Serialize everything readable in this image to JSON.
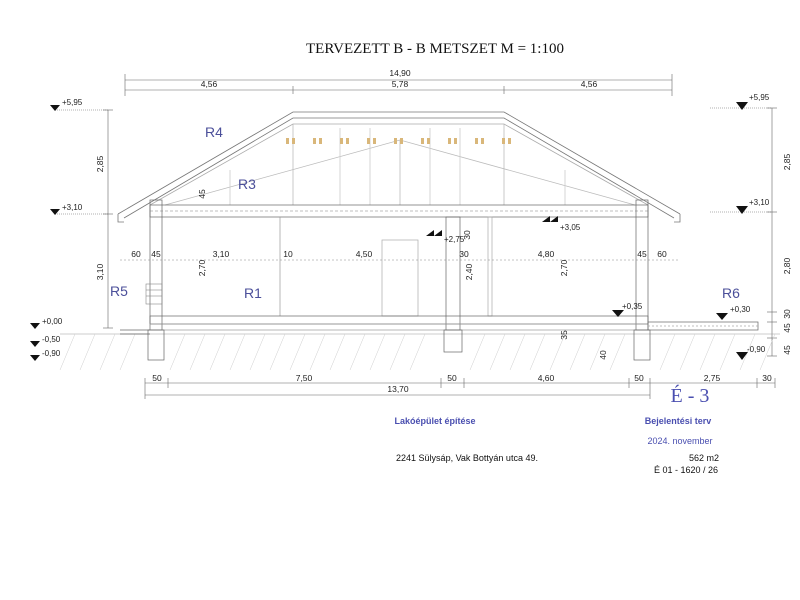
{
  "title": "TERVEZETT B - B METSZET  M = 1:100",
  "dims": {
    "total_top": "14,90",
    "top_left": "4,56",
    "top_mid": "5,78",
    "top_right": "4,56",
    "d60a": "60",
    "d45a": "45",
    "d310": "3,10",
    "d10": "10",
    "d450": "4,50",
    "d30a": "30",
    "d480": "4,80",
    "d45b": "45",
    "d60b": "60",
    "v270a": "2,70",
    "v240": "2,40",
    "v270b": "2,70",
    "v30mid": "30",
    "v45roof": "45",
    "v35": "35",
    "v40": "40",
    "left_285": "2,85",
    "left_310": "3,10",
    "right_285": "2,85",
    "right_280": "2,80",
    "right_30": "30",
    "right_45a": "45",
    "right_45b": "45",
    "b50a": "50",
    "b750": "7,50",
    "b50b": "50",
    "b460": "4,60",
    "b50c": "50",
    "b275": "2,75",
    "b30": "30",
    "b1370": "13,70"
  },
  "levels": {
    "l595_left": "+5,95",
    "l310_left": "+3,10",
    "l000": "+0,00",
    "lm050": "-0,50",
    "lm090_left": "-0,90",
    "l595_right": "+5,95",
    "l310_right": "+3,10",
    "l275": "+2,75",
    "l305": "+3,05",
    "l035": "+0,35",
    "l030": "+0,30",
    "lm090_right": "-0,90"
  },
  "rooms": {
    "r1": "R1",
    "r3": "R3",
    "r4": "R4",
    "r5": "R5",
    "r6": "R6"
  },
  "sheet_code": "É - 3",
  "title_block": {
    "project": "Lakóépület építése",
    "plan_type": "Bejelentési terv",
    "date": "2024. november",
    "address": "2241 Sülysáp, Vak Bottyán utca 49.",
    "area": "562 m2",
    "parcel": "É 01 - 1620 / 26"
  },
  "colors": {
    "line": "#555555",
    "blue": "#4a4fb0",
    "room": "#4b4f9a",
    "beam": "#d9b77a"
  }
}
